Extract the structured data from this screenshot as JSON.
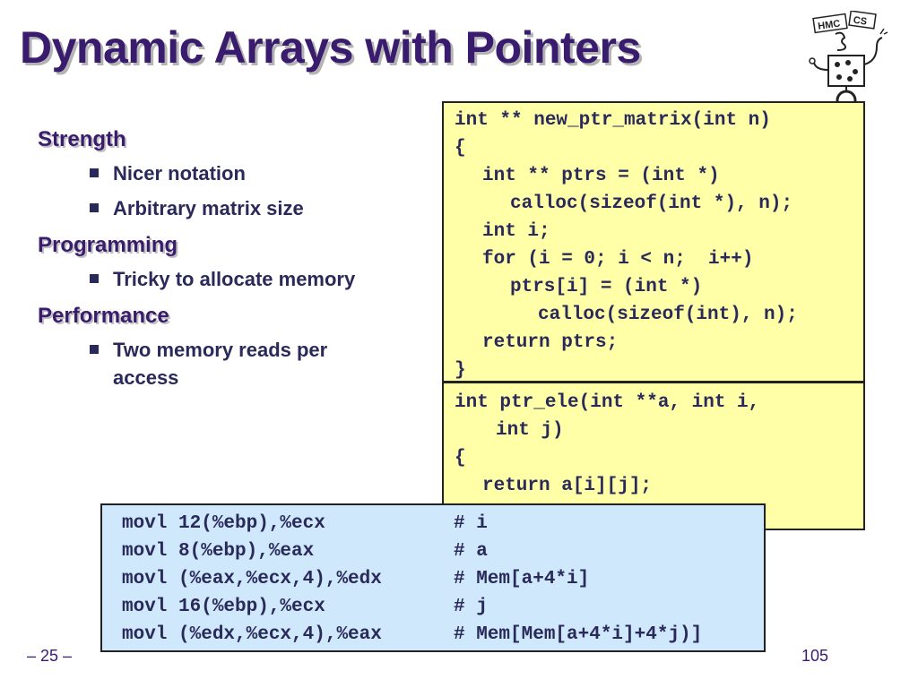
{
  "slide": {
    "title": "Dynamic Arrays with Pointers",
    "logo_text": "HMC CS"
  },
  "outline": [
    {
      "heading": "Strength",
      "bullets": [
        "Nicer notation",
        "Arbitrary matrix size"
      ]
    },
    {
      "heading": "Programming",
      "bullets": [
        "Tricky to allocate memory"
      ]
    },
    {
      "heading": "Performance",
      "bullets": [
        "Two memory reads per access"
      ]
    }
  ],
  "code_alloc": [
    "int ** new_ptr_matrix(int n)",
    "{",
    "int ** ptrs = (int *)",
    "calloc(sizeof(int *), n);",
    "int i;",
    "for (i = 0; i < n;  i++)",
    "ptrs[i] = (int *)",
    "calloc(sizeof(int), n);",
    "return ptrs;",
    "}"
  ],
  "code_ele": [
    "int ptr_ele(int **a, int i,",
    "int j)",
    "{",
    "return a[i][j];",
    "}"
  ],
  "assembly": [
    {
      "instr": "movl 12(%ebp),%ecx",
      "comment": "# i"
    },
    {
      "instr": "movl 8(%ebp),%eax",
      "comment": "# a"
    },
    {
      "instr": "movl (%eax,%ecx,4),%edx",
      "comment": "# Mem[a+4*i]"
    },
    {
      "instr": "movl 16(%ebp),%ecx",
      "comment": "# j"
    },
    {
      "instr": "movl (%edx,%ecx,4),%eax",
      "comment": "# Mem[Mem[a+4*i]+4*j)]"
    }
  ],
  "footer": {
    "page_label": "– 25 –",
    "slide_number": "105"
  },
  "colors": {
    "title": "#3a1c6e",
    "code_background": "#ffffa8",
    "asm_background": "#cfe8fb"
  }
}
